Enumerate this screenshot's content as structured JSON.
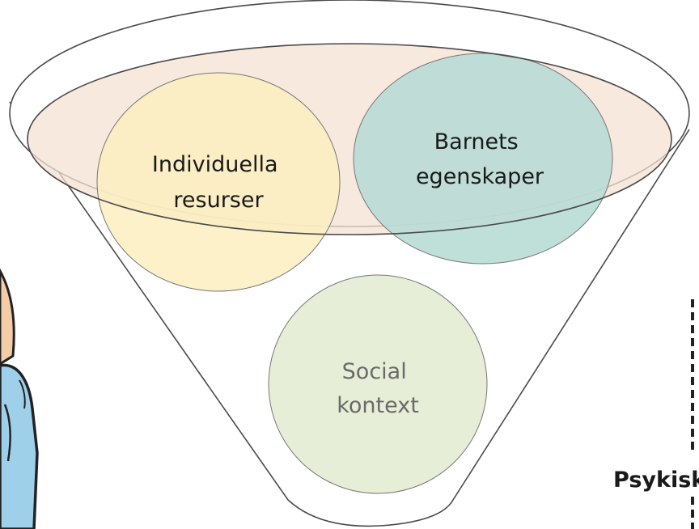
{
  "circles": {
    "individual": {
      "line1": "Individuella",
      "line2": "resurser"
    },
    "child": {
      "line1": "Barnets",
      "line2": "egenskaper"
    },
    "social": {
      "line1": "Social",
      "line2": "kontext"
    }
  },
  "edge_text": {
    "partial_label": "Psykisk h"
  },
  "colors": {
    "funnel_stroke": "#4a4a4a",
    "band_fill": "#f6e1d3",
    "individual_fill": "#fbeec0",
    "child_fill": "#b8dbd5",
    "social_fill": "#e3ecd3",
    "dark_text": "#1a1a1a",
    "muted_text": "#6a6a6a",
    "figure_shirt": "#9fd0ea",
    "figure_skin": "#f4cda8"
  }
}
